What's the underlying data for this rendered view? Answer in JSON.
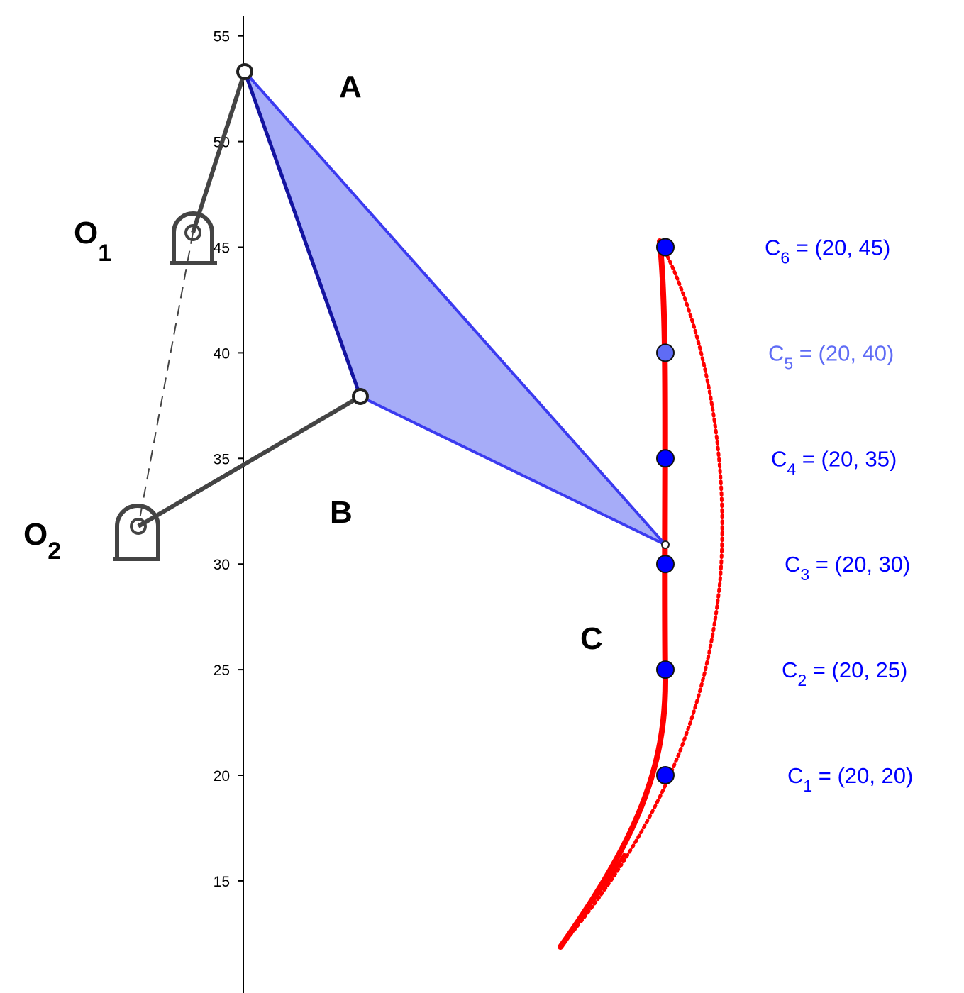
{
  "axis": {
    "y_ticks": [
      "15",
      "20",
      "25",
      "30",
      "35",
      "40",
      "45",
      "50",
      "55"
    ]
  },
  "labels": {
    "A": "A",
    "B": "B",
    "C": "C",
    "O1_main": "O",
    "O1_sub": "1",
    "O2_main": "O",
    "O2_sub": "2"
  },
  "c_points": [
    {
      "main": "C",
      "sub": "1",
      "rest": " = (20, 20)",
      "x": 20,
      "y": 20,
      "color": "#0000ff"
    },
    {
      "main": "C",
      "sub": "2",
      "rest": " = (20, 25)",
      "x": 20,
      "y": 25,
      "color": "#0000ff"
    },
    {
      "main": "C",
      "sub": "3",
      "rest": " = (20, 30)",
      "x": 20,
      "y": 30,
      "color": "#0000ff"
    },
    {
      "main": "C",
      "sub": "4",
      "rest": " = (20, 35)",
      "x": 20,
      "y": 35,
      "color": "#0000ff"
    },
    {
      "main": "C",
      "sub": "5",
      "rest": " = (20, 40)",
      "x": 20,
      "y": 40,
      "color": "#5f6cf5"
    },
    {
      "main": "C",
      "sub": "6",
      "rest": " = (20, 45)",
      "x": 20,
      "y": 45,
      "color": "#0000ff"
    }
  ],
  "colors": {
    "coupler_fill": "#a6acf8",
    "coupler_edge": "#3b3bf0",
    "coupler_edge_dark": "#1414a0",
    "link": "#444444",
    "trace": "#ff0000"
  }
}
